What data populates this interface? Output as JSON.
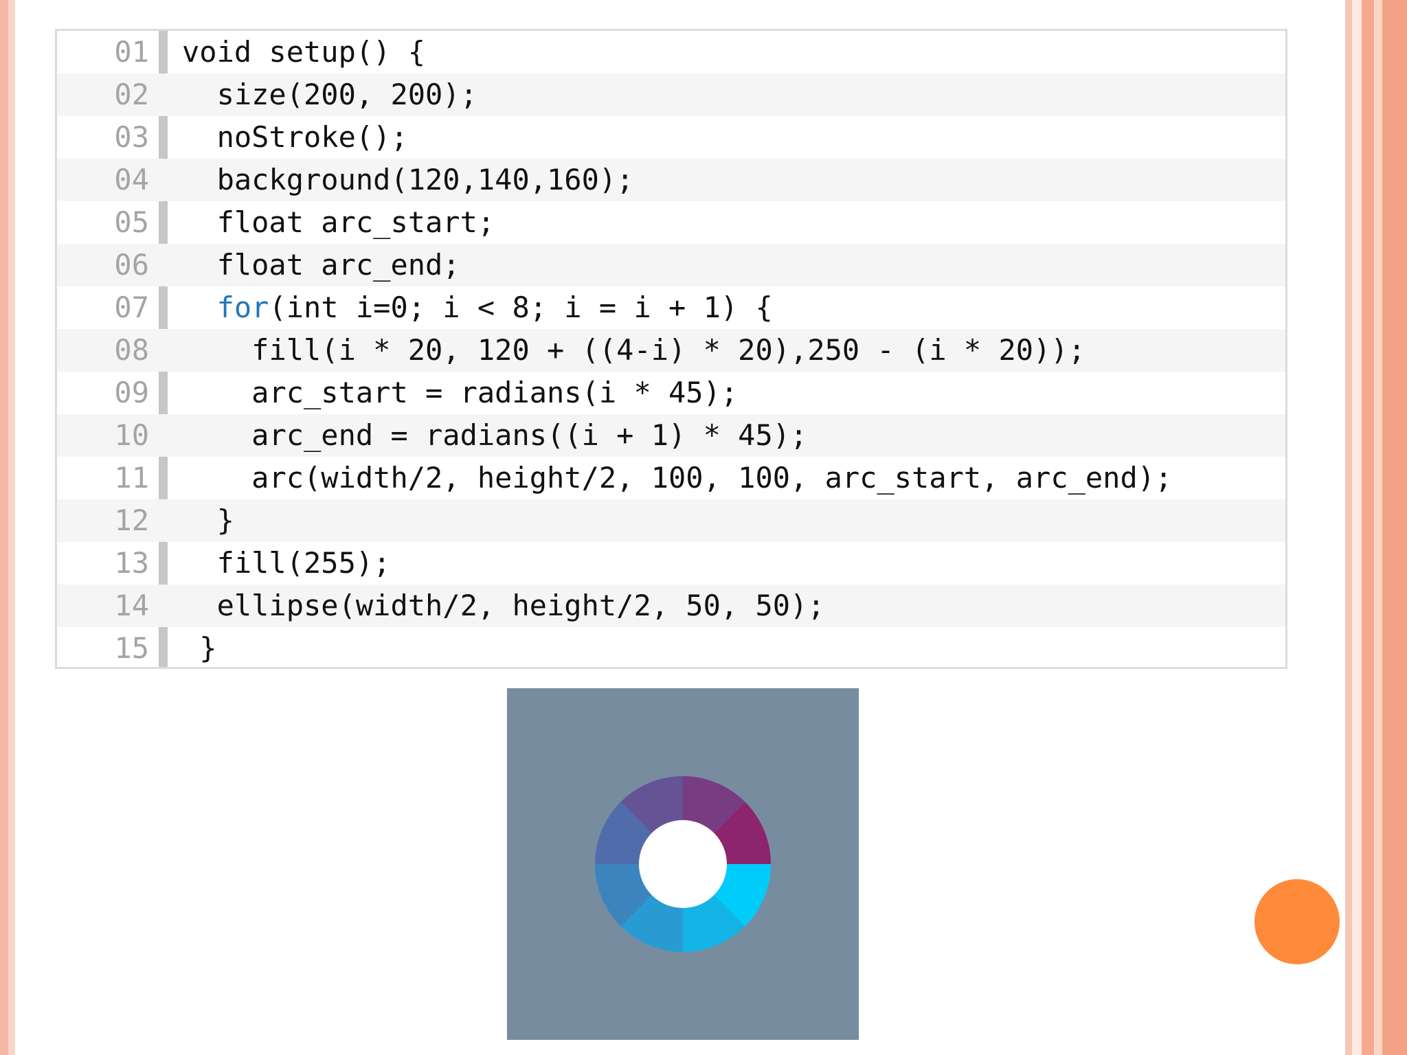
{
  "code": {
    "lines": [
      {
        "num": "01",
        "indent": "",
        "keyword": "",
        "rest": "void setup() {"
      },
      {
        "num": "02",
        "indent": "  ",
        "keyword": "",
        "rest": "size(200, 200);"
      },
      {
        "num": "03",
        "indent": "  ",
        "keyword": "",
        "rest": "noStroke();"
      },
      {
        "num": "04",
        "indent": "  ",
        "keyword": "",
        "rest": "background(120,140,160);"
      },
      {
        "num": "05",
        "indent": "  ",
        "keyword": "",
        "rest": "float arc_start;"
      },
      {
        "num": "06",
        "indent": "  ",
        "keyword": "",
        "rest": "float arc_end;"
      },
      {
        "num": "07",
        "indent": "  ",
        "keyword": "for",
        "rest": "(int i=0; i < 8; i = i + 1) {"
      },
      {
        "num": "08",
        "indent": "    ",
        "keyword": "",
        "rest": "fill(i * 20, 120 + ((4-i) * 20),250 - (i * 20));"
      },
      {
        "num": "09",
        "indent": "    ",
        "keyword": "",
        "rest": "arc_start = radians(i * 45);"
      },
      {
        "num": "10",
        "indent": "    ",
        "keyword": "",
        "rest": "arc_end = radians((i + 1) * 45);"
      },
      {
        "num": "11",
        "indent": "    ",
        "keyword": "",
        "rest": "arc(width/2, height/2, 100, 100, arc_start, arc_end);"
      },
      {
        "num": "12",
        "indent": "  ",
        "keyword": "",
        "rest": "}"
      },
      {
        "num": "13",
        "indent": "  ",
        "keyword": "",
        "rest": "fill(255);"
      },
      {
        "num": "14",
        "indent": "  ",
        "keyword": "",
        "rest": "ellipse(width/2, height/2, 50, 50);"
      },
      {
        "num": "15",
        "indent": " ",
        "keyword": "",
        "rest": "}"
      }
    ]
  },
  "sketch": {
    "background": "#788ca0",
    "segments": [
      {
        "color": "#00ccfa"
      },
      {
        "color": "#14b4e6"
      },
      {
        "color": "#289cd2"
      },
      {
        "color": "#3c84be"
      },
      {
        "color": "#506caa"
      },
      {
        "color": "#645496"
      },
      {
        "color": "#783c82"
      },
      {
        "color": "#8c246e"
      }
    ],
    "center_fill": "#ffffff"
  },
  "colors": {
    "keyword": "#2277bb",
    "accent_dot": "#ff8a3a"
  }
}
